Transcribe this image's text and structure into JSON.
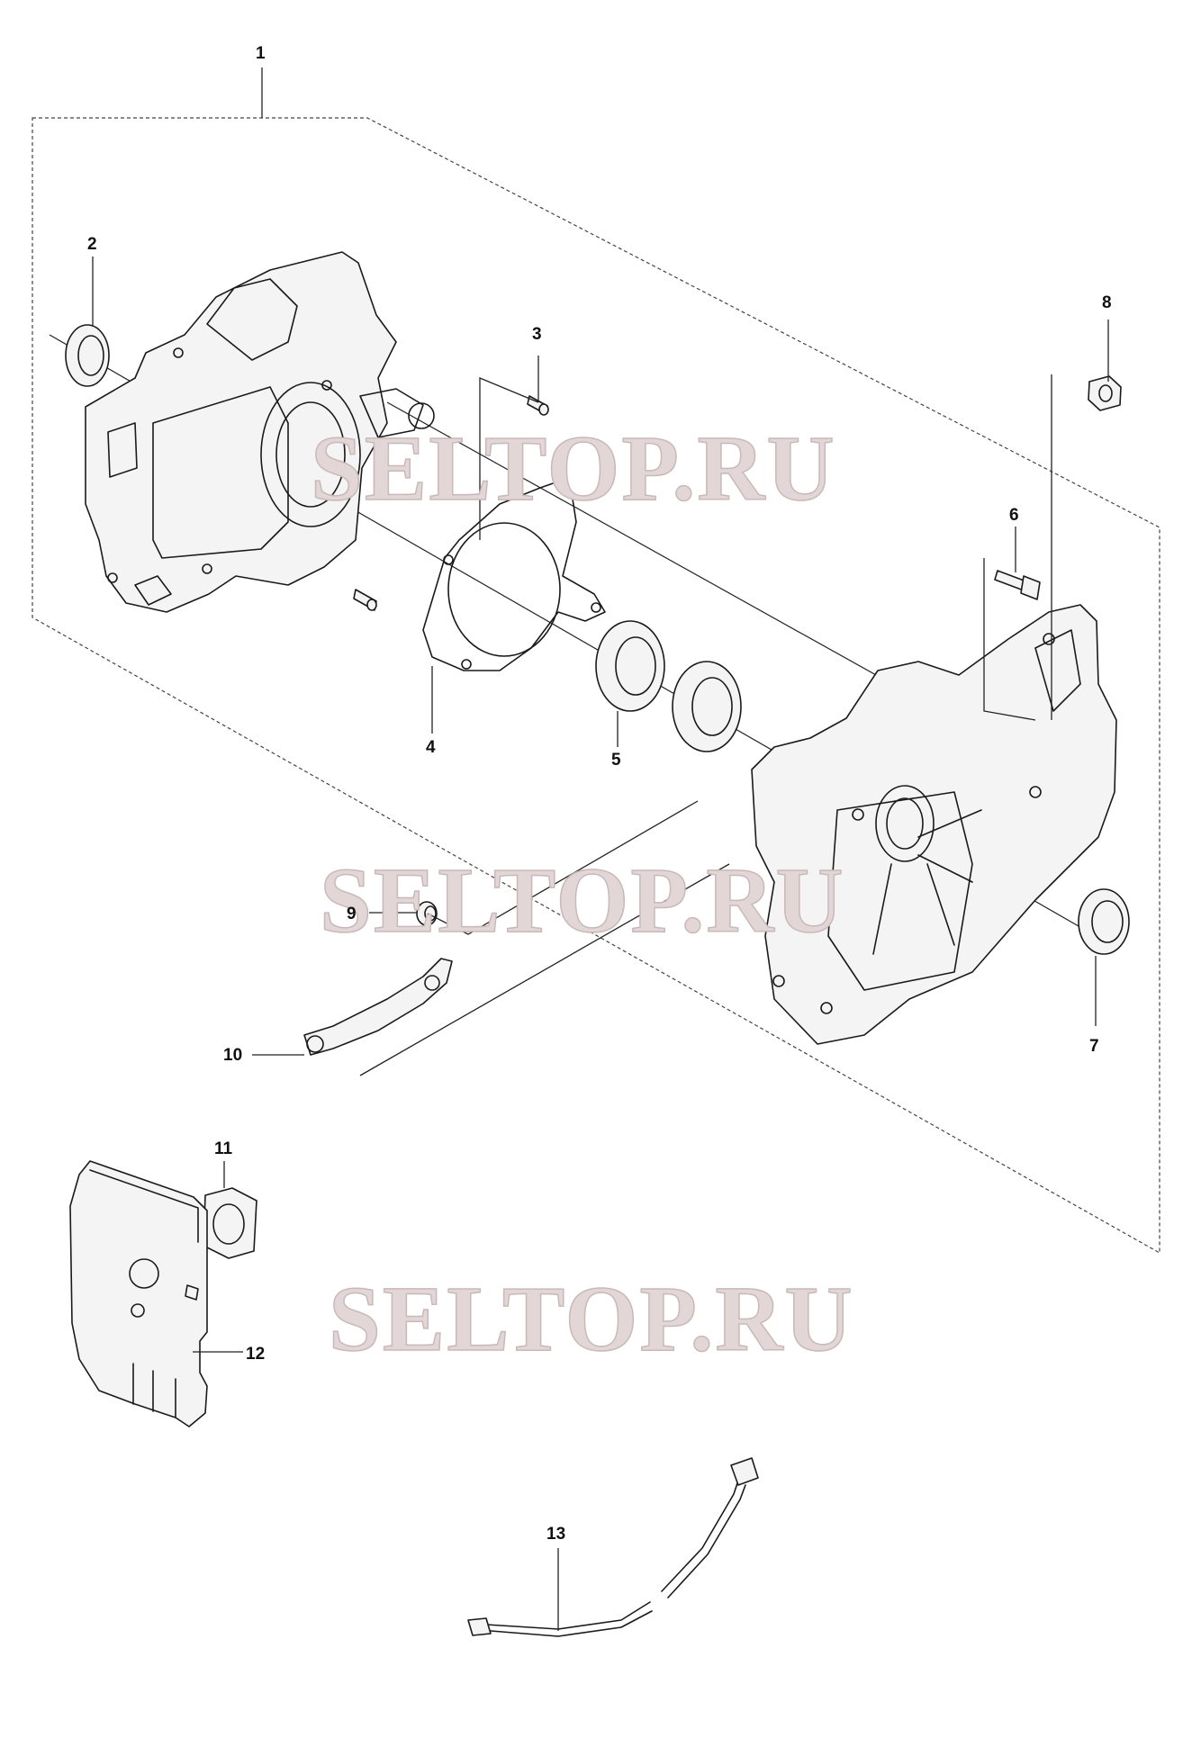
{
  "watermarks": [
    "SELTOP.RU",
    "SELTOP.RU",
    "SELTOP.RU"
  ],
  "callouts": [
    {
      "id": "1",
      "label": "1"
    },
    {
      "id": "2",
      "label": "2"
    },
    {
      "id": "3",
      "label": "3"
    },
    {
      "id": "4",
      "label": "4"
    },
    {
      "id": "5",
      "label": "5"
    },
    {
      "id": "6",
      "label": "6"
    },
    {
      "id": "7",
      "label": "7"
    },
    {
      "id": "8",
      "label": "8"
    },
    {
      "id": "9",
      "label": "9"
    },
    {
      "id": "10",
      "label": "10"
    },
    {
      "id": "11",
      "label": "11"
    },
    {
      "id": "12",
      "label": "12"
    },
    {
      "id": "13",
      "label": "13"
    }
  ]
}
